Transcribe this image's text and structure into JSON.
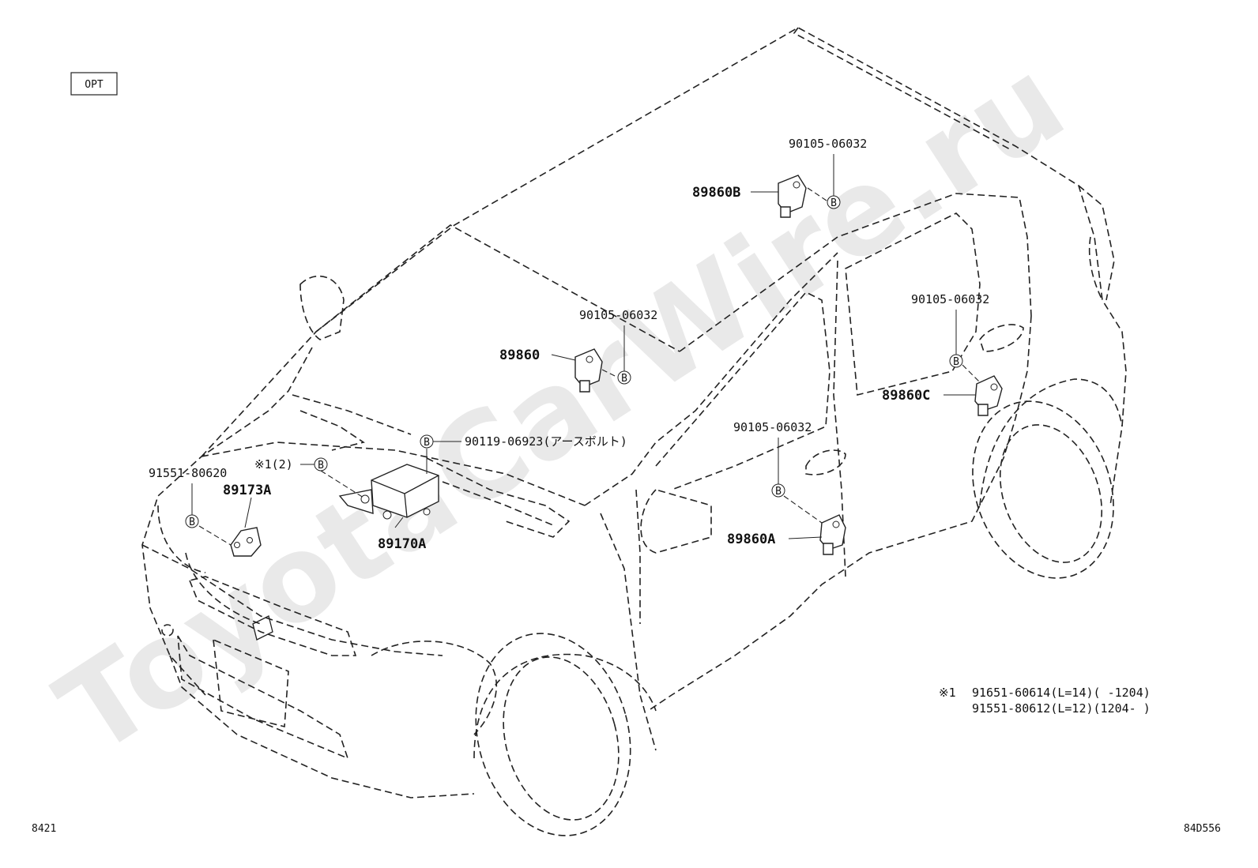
{
  "opt_label": "OPT",
  "watermark": "ToyotaCarWire.ru",
  "page_number": "8421",
  "figure_code": "84D556",
  "callouts": {
    "p89860B": "89860B",
    "p89860": "89860",
    "p89860C": "89860C",
    "p89860A": "89860A",
    "p89173A": "89173A",
    "p89170A": "89170A",
    "bolt_top": "90105-06032",
    "bolt_center": "90105-06032",
    "bolt_right": "90105-06032",
    "bolt_door": "90105-06032",
    "bolt_front": "91551-80620",
    "earth_bolt": "90119-06923(アースボルト)",
    "note_ref": "※1(2)",
    "b_marker": "B"
  },
  "footnote": {
    "mark": "※1",
    "line1": "91651-60614(L=14)(     -1204)",
    "line2": "91551-80612(L=12)(1204-     )"
  }
}
